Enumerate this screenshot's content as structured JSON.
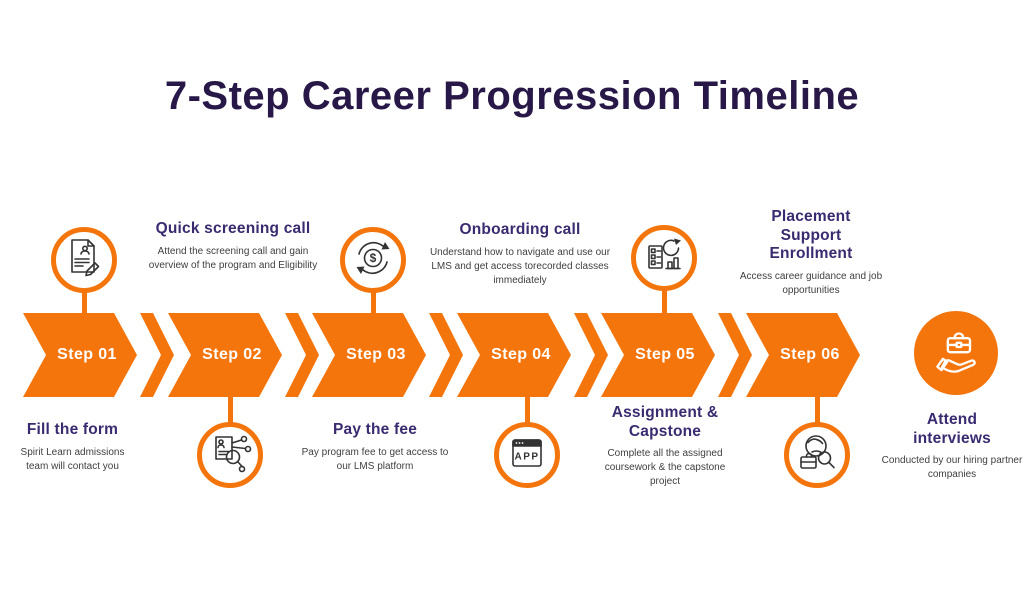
{
  "title": "7-Step Career Progression Timeline",
  "colors": {
    "accent_orange": "#F5750D",
    "title_purple": "#271847",
    "heading_purple": "#3A2A70",
    "body_text_gray": "#3F3F3F",
    "step_label_white": "#FFFFFF",
    "icon_stroke_dark": "#333333",
    "background": "#FFFFFF"
  },
  "timeline": {
    "steps": [
      {
        "label": "Step 01",
        "heading": "Fill the form",
        "description": "Spirit Learn admissions team will contact you",
        "icon": "form-pencil-icon",
        "icon_position": "top",
        "text_position": "bottom"
      },
      {
        "label": "Step 02",
        "heading": "Quick screening call",
        "description": "Attend the screening call and gain overview of the program and Eligibility",
        "icon": "resume-search-icon",
        "icon_position": "bottom",
        "text_position": "top"
      },
      {
        "label": "Step 03",
        "heading": "Pay the fee",
        "description": "Pay program fee to get access to our LMS platform",
        "icon": "money-transfer-icon",
        "icon_position": "top",
        "text_position": "bottom"
      },
      {
        "label": "Step 04",
        "heading": "Onboarding call",
        "description": "Understand how to navigate and use our LMS and get access torecorded classes immediately",
        "icon": "app-window-icon",
        "icon_position": "bottom",
        "text_position": "top"
      },
      {
        "label": "Step 05",
        "heading": "Assignment & Capstone",
        "description": "Complete all the assigned coursework & the capstone project",
        "icon": "analytics-checklist-icon",
        "icon_position": "top",
        "text_position": "bottom"
      },
      {
        "label": "Step 06",
        "heading": "Placement Support Enrollment",
        "description": "Access career guidance and job opportunities",
        "icon": "globe-job-search-icon",
        "icon_position": "bottom",
        "text_position": "top"
      },
      {
        "label": "",
        "heading": "Attend interviews",
        "description": "Conducted by our hiring partner companies",
        "icon": "briefcase-hand-icon",
        "icon_position": "end-circle",
        "text_position": "bottom"
      }
    ]
  }
}
